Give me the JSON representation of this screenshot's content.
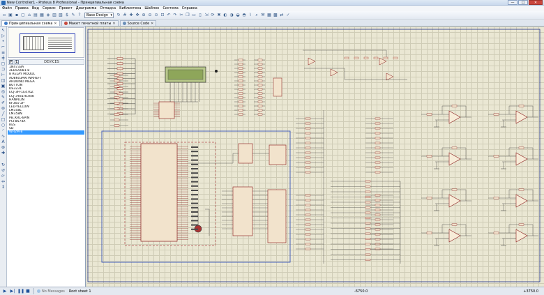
{
  "window": {
    "title": "New Controller1 - Proteus 8 Professional - Принципиальная схема",
    "minimize": "—",
    "maximize": "□",
    "close": "✕"
  },
  "menu": [
    "Файл",
    "Правка",
    "Вид",
    "Сервис",
    "Проект",
    "Диаграмма",
    "Отладка",
    "Библиотека",
    "Шаблон",
    "Система",
    "Справка"
  ],
  "toolbar": {
    "design_select": "Base Design"
  },
  "tabs": [
    {
      "label": "Принципиальная схема",
      "active": true
    },
    {
      "label": "Макет печатной платы",
      "active": false
    },
    {
      "label": "Source Code",
      "active": false
    }
  ],
  "tab_close": "✕",
  "pick": {
    "p_button": "P",
    "l_button": "L",
    "title": "DEVICES"
  },
  "devices": [
    "1N4733A",
    "2EDG5081-8",
    "8 RELAY MODUL",
    "AD8603ARTWRHEFT",
    "ARDUINO MEGA",
    "BUTTON",
    "DS3231",
    "ECJ-3FF1E470Z",
    "ECJ-3YB1H104K",
    "HANPLUN",
    "KF301-2P",
    "LED-YELLOW",
    "LM358L",
    "LM358N",
    "PB_KRL-6PIN",
    "PCF8574A",
    "RES",
    "SD",
    "WH2M-8"
  ],
  "selected_device": "WH2M-8",
  "status": {
    "messages": "No Messages",
    "sheet": "Root sheet 1",
    "x": "-6750.0",
    "y": "+3750.0"
  }
}
